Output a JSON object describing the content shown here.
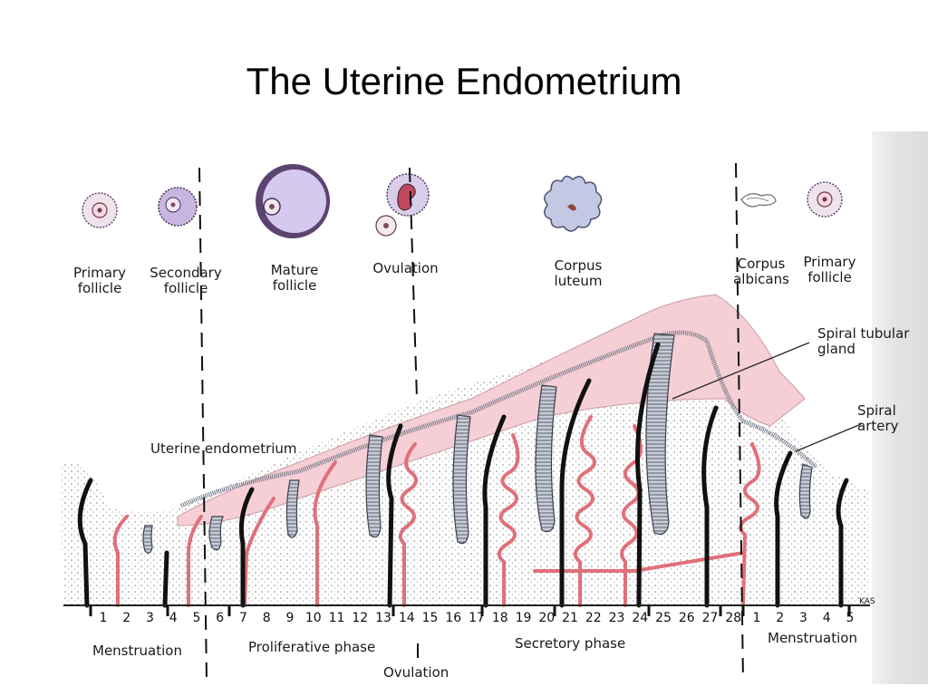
{
  "title": "The Uterine Endometrium",
  "ovary_stages": [
    {
      "key": "primary-follicle",
      "label": "Primary\nfollicle"
    },
    {
      "key": "secondary-follicle",
      "label": "Secondary\nfollicle"
    },
    {
      "key": "mature-follicle",
      "label": "Mature\nfollicle"
    },
    {
      "key": "ovulation",
      "label": "Ovulation"
    },
    {
      "key": "corpus-luteum",
      "label": "Corpus\nluteum"
    },
    {
      "key": "corpus-albicans",
      "label": "Corpus\nalbicans"
    },
    {
      "key": "primary-follicle-2",
      "label": "Primary\nfollicle"
    }
  ],
  "structure_labels": {
    "endometrium": "Uterine endometrium",
    "gland": "Spiral tubular\ngland",
    "artery": "Spiral\nartery"
  },
  "days": [
    "1",
    "2",
    "3",
    "4",
    "5",
    "6",
    "7",
    "8",
    "9",
    "10",
    "11",
    "12",
    "13",
    "14",
    "15",
    "16",
    "17",
    "18",
    "19",
    "20",
    "21",
    "22",
    "23",
    "24",
    "25",
    "26",
    "27",
    "28",
    "1",
    "2",
    "3",
    "4",
    "5"
  ],
  "phases": {
    "menstruation": "Menstruation",
    "proliferative": "Proliferative phase",
    "secretory": "Secretory phase",
    "ovulation": "Ovulation",
    "menstruation_2": "Menstruation"
  },
  "artist_initials": "KAS",
  "colors": {
    "artery": "#e0707a",
    "functional_layer": "#f6cfd6",
    "gland": "#8e96a6",
    "vein": "#111111",
    "follicle": "#b8a4d8"
  }
}
